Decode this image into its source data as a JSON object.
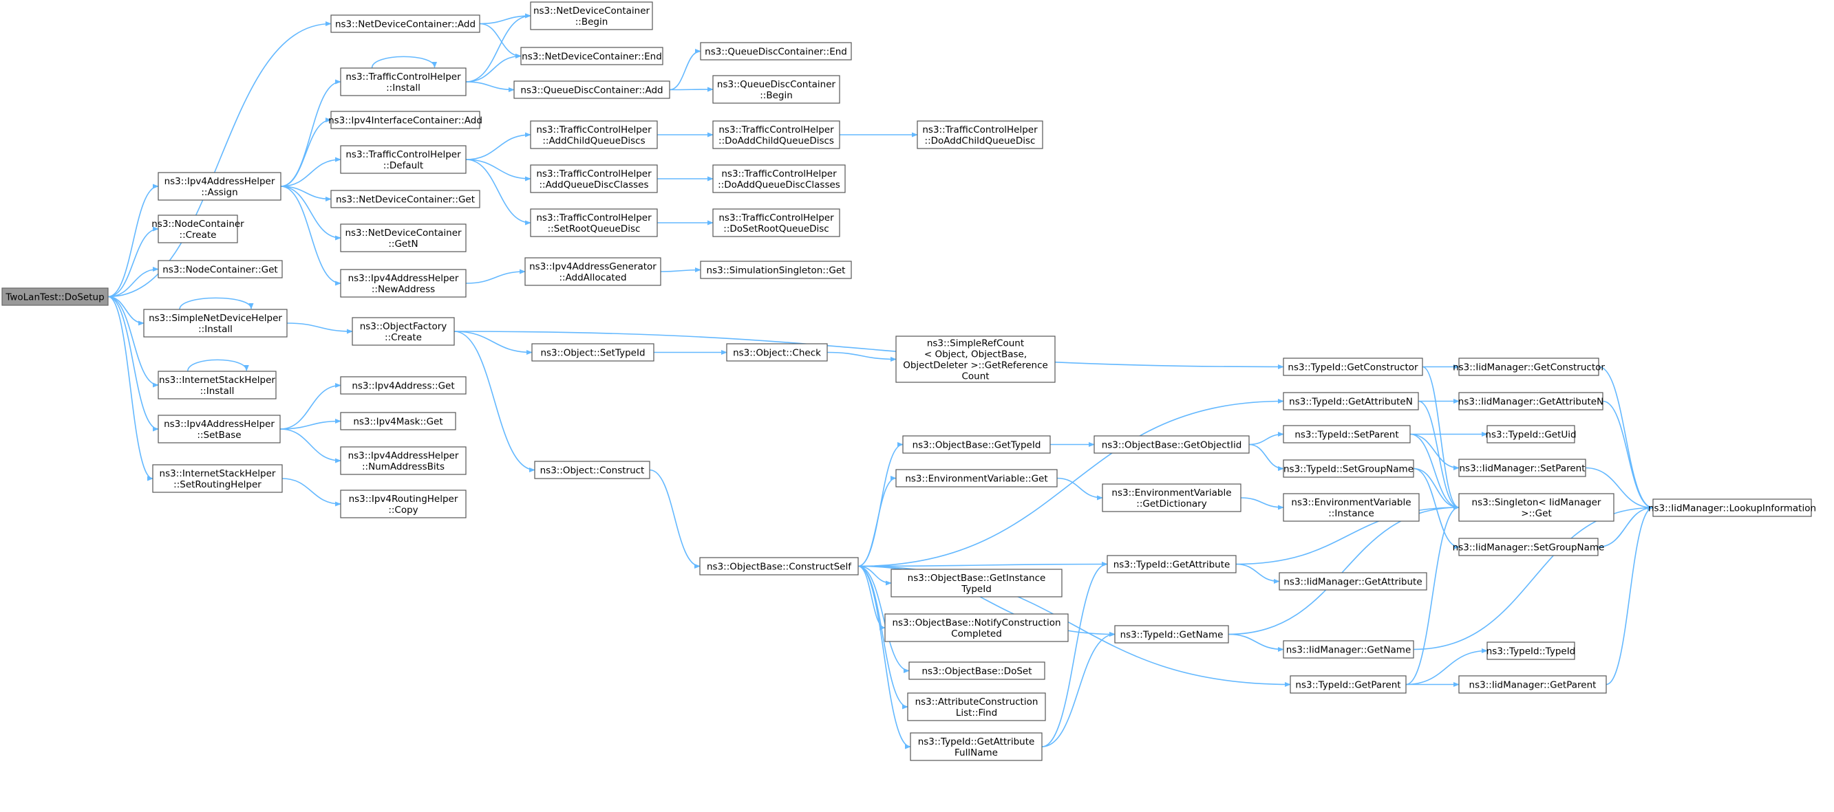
{
  "diagram": {
    "type": "call graph",
    "root": "TwoLanTest::DoSetup",
    "colors": {
      "edge": "#63b8ff",
      "node_border": "#555555",
      "root_fill": "#999999",
      "node_fill": "#ffffff"
    },
    "nodes": [
      {
        "id": "root",
        "lines": [
          "TwoLanTest::DoSetup"
        ]
      },
      {
        "id": "ndc_add",
        "lines": [
          "ns3::NetDeviceContainer::Add"
        ]
      },
      {
        "id": "ndc_begin",
        "lines": [
          "ns3::NetDeviceContainer",
          "::Begin"
        ]
      },
      {
        "id": "ndc_end",
        "lines": [
          "ns3::NetDeviceContainer::End"
        ]
      },
      {
        "id": "tch_install",
        "lines": [
          "ns3::TrafficControlHelper",
          "::Install"
        ]
      },
      {
        "id": "qdc_end",
        "lines": [
          "ns3::QueueDiscContainer::End"
        ]
      },
      {
        "id": "qdc_add",
        "lines": [
          "ns3::QueueDiscContainer::Add"
        ]
      },
      {
        "id": "qdc_begin",
        "lines": [
          "ns3::QueueDiscContainer",
          "::Begin"
        ]
      },
      {
        "id": "iic_add",
        "lines": [
          "ns3::Ipv4InterfaceContainer::Add"
        ]
      },
      {
        "id": "tch_default",
        "lines": [
          "ns3::TrafficControlHelper",
          "::Default"
        ]
      },
      {
        "id": "tch_addchild",
        "lines": [
          "ns3::TrafficControlHelper",
          "::AddChildQueueDiscs"
        ]
      },
      {
        "id": "tch_doaddchilds",
        "lines": [
          "ns3::TrafficControlHelper",
          "::DoAddChildQueueDiscs"
        ]
      },
      {
        "id": "tch_doaddchild",
        "lines": [
          "ns3::TrafficControlHelper",
          "::DoAddChildQueueDisc"
        ]
      },
      {
        "id": "tch_addclasses",
        "lines": [
          "ns3::TrafficControlHelper",
          "::AddQueueDiscClasses"
        ]
      },
      {
        "id": "tch_doaddclasses",
        "lines": [
          "ns3::TrafficControlHelper",
          "::DoAddQueueDiscClasses"
        ]
      },
      {
        "id": "tch_setroot",
        "lines": [
          "ns3::TrafficControlHelper",
          "::SetRootQueueDisc"
        ]
      },
      {
        "id": "tch_dosetroot",
        "lines": [
          "ns3::TrafficControlHelper",
          "::DoSetRootQueueDisc"
        ]
      },
      {
        "id": "iah_assign",
        "lines": [
          "ns3::Ipv4AddressHelper",
          "::Assign"
        ]
      },
      {
        "id": "ndc_get",
        "lines": [
          "ns3::NetDeviceContainer::Get"
        ]
      },
      {
        "id": "nc_create",
        "lines": [
          "ns3::NodeContainer",
          "::Create"
        ]
      },
      {
        "id": "ndc_getn",
        "lines": [
          "ns3::NetDeviceContainer",
          "::GetN"
        ]
      },
      {
        "id": "nc_get",
        "lines": [
          "ns3::NodeContainer::Get"
        ]
      },
      {
        "id": "iah_newaddr",
        "lines": [
          "ns3::Ipv4AddressHelper",
          "::NewAddress"
        ]
      },
      {
        "id": "iag_alloc",
        "lines": [
          "ns3::Ipv4AddressGenerator",
          "::AddAllocated"
        ]
      },
      {
        "id": "ss_get",
        "lines": [
          "ns3::SimulationSingleton::Get"
        ]
      },
      {
        "id": "sndh_install",
        "lines": [
          "ns3::SimpleNetDeviceHelper",
          "::Install"
        ]
      },
      {
        "id": "of_create",
        "lines": [
          "ns3::ObjectFactory",
          "::Create"
        ]
      },
      {
        "id": "obj_settypeid",
        "lines": [
          "ns3::Object::SetTypeId"
        ]
      },
      {
        "id": "obj_check",
        "lines": [
          "ns3::Object::Check"
        ]
      },
      {
        "id": "src_getref",
        "lines": [
          "ns3::SimpleRefCount",
          "< Object, ObjectBase,",
          "ObjectDeleter >::GetReference",
          "Count"
        ]
      },
      {
        "id": "tid_getctor",
        "lines": [
          "ns3::TypeId::GetConstructor"
        ]
      },
      {
        "id": "iid_getctor",
        "lines": [
          "ns3::IidManager::GetConstructor"
        ]
      },
      {
        "id": "ish_install",
        "lines": [
          "ns3::InternetStackHelper",
          "::Install"
        ]
      },
      {
        "id": "ia_get",
        "lines": [
          "ns3::Ipv4Address::Get"
        ]
      },
      {
        "id": "iah_setbase",
        "lines": [
          "ns3::Ipv4AddressHelper",
          "::SetBase"
        ]
      },
      {
        "id": "im_get",
        "lines": [
          "ns3::Ipv4Mask::Get"
        ]
      },
      {
        "id": "iah_numbits",
        "lines": [
          "ns3::Ipv4AddressHelper",
          "::NumAddressBits"
        ]
      },
      {
        "id": "ish_setrouting",
        "lines": [
          "ns3::InternetStackHelper",
          "::SetRoutingHelper"
        ]
      },
      {
        "id": "irh_copy",
        "lines": [
          "ns3::Ipv4RoutingHelper",
          "::Copy"
        ]
      },
      {
        "id": "obj_construct",
        "lines": [
          "ns3::Object::Construct"
        ]
      },
      {
        "id": "tid_getattrn",
        "lines": [
          "ns3::TypeId::GetAttributeN"
        ]
      },
      {
        "id": "iid_getattrn",
        "lines": [
          "ns3::IidManager::GetAttributeN"
        ]
      },
      {
        "id": "ob_gettypeid",
        "lines": [
          "ns3::ObjectBase::GetTypeId"
        ]
      },
      {
        "id": "ob_getobjectiid",
        "lines": [
          "ns3::ObjectBase::GetObjectIid"
        ]
      },
      {
        "id": "tid_setparent",
        "lines": [
          "ns3::TypeId::SetParent"
        ]
      },
      {
        "id": "tid_getuid",
        "lines": [
          "ns3::TypeId::GetUid"
        ]
      },
      {
        "id": "iid_setparent",
        "lines": [
          "ns3::IidManager::SetParent"
        ]
      },
      {
        "id": "tid_setgroup",
        "lines": [
          "ns3::TypeId::SetGroupName"
        ]
      },
      {
        "id": "ev_get",
        "lines": [
          "ns3::EnvironmentVariable::Get"
        ]
      },
      {
        "id": "ev_getdict",
        "lines": [
          "ns3::EnvironmentVariable",
          "::GetDictionary"
        ]
      },
      {
        "id": "ev_instance",
        "lines": [
          "ns3::EnvironmentVariable",
          "::Instance"
        ]
      },
      {
        "id": "singleton_get",
        "lines": [
          "ns3::Singleton< IidManager",
          ">::Get"
        ]
      },
      {
        "id": "iid_lookup",
        "lines": [
          "ns3::IidManager::LookupInformation"
        ]
      },
      {
        "id": "iid_setgroup",
        "lines": [
          "ns3::IidManager::SetGroupName"
        ]
      },
      {
        "id": "ob_constructself",
        "lines": [
          "ns3::ObjectBase::ConstructSelf"
        ]
      },
      {
        "id": "tid_getattr",
        "lines": [
          "ns3::TypeId::GetAttribute"
        ]
      },
      {
        "id": "iid_getattr",
        "lines": [
          "ns3::IidManager::GetAttribute"
        ]
      },
      {
        "id": "ob_getinstance",
        "lines": [
          "ns3::ObjectBase::GetInstance",
          "TypeId"
        ]
      },
      {
        "id": "ob_notify",
        "lines": [
          "ns3::ObjectBase::NotifyConstruction",
          "Completed"
        ]
      },
      {
        "id": "tid_getname",
        "lines": [
          "ns3::TypeId::GetName"
        ]
      },
      {
        "id": "iid_getname",
        "lines": [
          "ns3::IidManager::GetName"
        ]
      },
      {
        "id": "ob_doset",
        "lines": [
          "ns3::ObjectBase::DoSet"
        ]
      },
      {
        "id": "tid_typeid",
        "lines": [
          "ns3::TypeId::TypeId"
        ]
      },
      {
        "id": "tid_getparent",
        "lines": [
          "ns3::TypeId::GetParent"
        ]
      },
      {
        "id": "iid_getparent",
        "lines": [
          "ns3::IidManager::GetParent"
        ]
      },
      {
        "id": "acl_find",
        "lines": [
          "ns3::AttributeConstruction",
          "List::Find"
        ]
      },
      {
        "id": "tid_getattrfull",
        "lines": [
          "ns3::TypeId::GetAttribute",
          "FullName"
        ]
      }
    ],
    "edges": [
      [
        "root",
        "ndc_add"
      ],
      [
        "root",
        "iah_assign"
      ],
      [
        "root",
        "nc_create"
      ],
      [
        "root",
        "nc_get"
      ],
      [
        "root",
        "sndh_install"
      ],
      [
        "root",
        "ish_install"
      ],
      [
        "root",
        "iah_setbase"
      ],
      [
        "root",
        "ish_setrouting"
      ],
      [
        "ndc_add",
        "ndc_begin"
      ],
      [
        "ndc_add",
        "ndc_end"
      ],
      [
        "tch_install",
        "tch_install"
      ],
      [
        "tch_install",
        "ndc_begin"
      ],
      [
        "tch_install",
        "ndc_end"
      ],
      [
        "tch_install",
        "qdc_add"
      ],
      [
        "qdc_add",
        "qdc_end"
      ],
      [
        "qdc_add",
        "qdc_begin"
      ],
      [
        "iah_assign",
        "tch_install"
      ],
      [
        "iah_assign",
        "iic_add"
      ],
      [
        "iah_assign",
        "tch_default"
      ],
      [
        "iah_assign",
        "ndc_get"
      ],
      [
        "iah_assign",
        "ndc_getn"
      ],
      [
        "iah_assign",
        "iah_newaddr"
      ],
      [
        "tch_default",
        "tch_addchild"
      ],
      [
        "tch_default",
        "tch_addclasses"
      ],
      [
        "tch_default",
        "tch_setroot"
      ],
      [
        "tch_addchild",
        "tch_doaddchilds"
      ],
      [
        "tch_doaddchilds",
        "tch_doaddchild"
      ],
      [
        "tch_addclasses",
        "tch_doaddclasses"
      ],
      [
        "tch_setroot",
        "tch_dosetroot"
      ],
      [
        "iah_newaddr",
        "iag_alloc"
      ],
      [
        "iag_alloc",
        "ss_get"
      ],
      [
        "sndh_install",
        "sndh_install"
      ],
      [
        "sndh_install",
        "of_create"
      ],
      [
        "of_create",
        "tid_getctor"
      ],
      [
        "of_create",
        "obj_settypeid"
      ],
      [
        "of_create",
        "obj_construct"
      ],
      [
        "obj_settypeid",
        "obj_check"
      ],
      [
        "obj_check",
        "src_getref"
      ],
      [
        "tid_getctor",
        "iid_getctor"
      ],
      [
        "tid_getctor",
        "singleton_get"
      ],
      [
        "iid_getctor",
        "iid_lookup"
      ],
      [
        "ish_install",
        "ish_install"
      ],
      [
        "iah_setbase",
        "ia_get"
      ],
      [
        "iah_setbase",
        "im_get"
      ],
      [
        "iah_setbase",
        "iah_numbits"
      ],
      [
        "ish_setrouting",
        "irh_copy"
      ],
      [
        "obj_construct",
        "ob_constructself"
      ],
      [
        "ob_constructself",
        "tid_getattrn"
      ],
      [
        "ob_constructself",
        "ob_gettypeid"
      ],
      [
        "ob_constructself",
        "ev_get"
      ],
      [
        "ob_constructself",
        "tid_getattr"
      ],
      [
        "ob_constructself",
        "ob_getinstance"
      ],
      [
        "ob_constructself",
        "ob_notify"
      ],
      [
        "ob_constructself",
        "ob_doset"
      ],
      [
        "ob_constructself",
        "acl_find"
      ],
      [
        "ob_constructself",
        "tid_getattrfull"
      ],
      [
        "ob_constructself",
        "tid_getname"
      ],
      [
        "ob_constructself",
        "tid_getparent"
      ],
      [
        "tid_getattrn",
        "iid_getattrn"
      ],
      [
        "tid_getattrn",
        "singleton_get"
      ],
      [
        "iid_getattrn",
        "iid_lookup"
      ],
      [
        "ob_gettypeid",
        "ob_getobjectiid"
      ],
      [
        "ob_getobjectiid",
        "tid_setparent"
      ],
      [
        "ob_getobjectiid",
        "tid_setgroup"
      ],
      [
        "tid_setparent",
        "tid_getuid"
      ],
      [
        "tid_setparent",
        "iid_setparent"
      ],
      [
        "tid_setparent",
        "singleton_get"
      ],
      [
        "iid_setparent",
        "iid_lookup"
      ],
      [
        "tid_setgroup",
        "singleton_get"
      ],
      [
        "tid_setgroup",
        "iid_setgroup"
      ],
      [
        "iid_setgroup",
        "iid_lookup"
      ],
      [
        "ev_get",
        "ev_getdict"
      ],
      [
        "ev_getdict",
        "ev_instance"
      ],
      [
        "tid_getattr",
        "iid_getattr"
      ],
      [
        "tid_getattr",
        "singleton_get"
      ],
      [
        "tid_getattrfull",
        "tid_getattr"
      ],
      [
        "tid_getattrfull",
        "tid_getname"
      ],
      [
        "tid_getname",
        "iid_getname"
      ],
      [
        "tid_getname",
        "singleton_get"
      ],
      [
        "iid_getname",
        "iid_lookup"
      ],
      [
        "tid_getparent",
        "singleton_get"
      ],
      [
        "tid_getparent",
        "tid_typeid"
      ],
      [
        "tid_getparent",
        "iid_getparent"
      ],
      [
        "iid_getparent",
        "iid_lookup"
      ]
    ]
  }
}
